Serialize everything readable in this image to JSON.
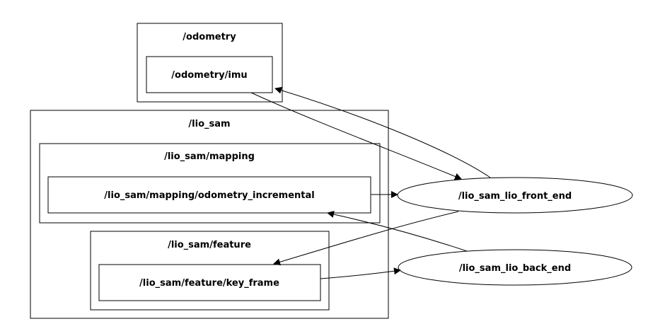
{
  "graph": {
    "clusters": {
      "odometry": "/odometry",
      "lio_sam": "/lio_sam",
      "mapping": "/lio_sam/mapping",
      "feature": "/lio_sam/feature"
    },
    "topics": {
      "odometry_imu": "/odometry/imu",
      "mapping_odometry_incremental": "/lio_sam/mapping/odometry_incremental",
      "feature_key_frame": "/lio_sam/feature/key_frame"
    },
    "nodes": {
      "front_end": "/lio_sam_lio_front_end",
      "back_end": "/lio_sam_lio_back_end"
    },
    "edges": [
      {
        "from": "/odometry/imu",
        "to": "/lio_sam_lio_front_end"
      },
      {
        "from": "/lio_sam_lio_front_end",
        "to": "/odometry/imu"
      },
      {
        "from": "/lio_sam/mapping/odometry_incremental",
        "to": "/lio_sam_lio_front_end"
      },
      {
        "from": "/lio_sam_lio_front_end",
        "to": "/lio_sam/feature/key_frame"
      },
      {
        "from": "/lio_sam_lio_back_end",
        "to": "/lio_sam/mapping/odometry_incremental"
      },
      {
        "from": "/lio_sam/feature/key_frame",
        "to": "/lio_sam_lio_back_end"
      }
    ]
  }
}
